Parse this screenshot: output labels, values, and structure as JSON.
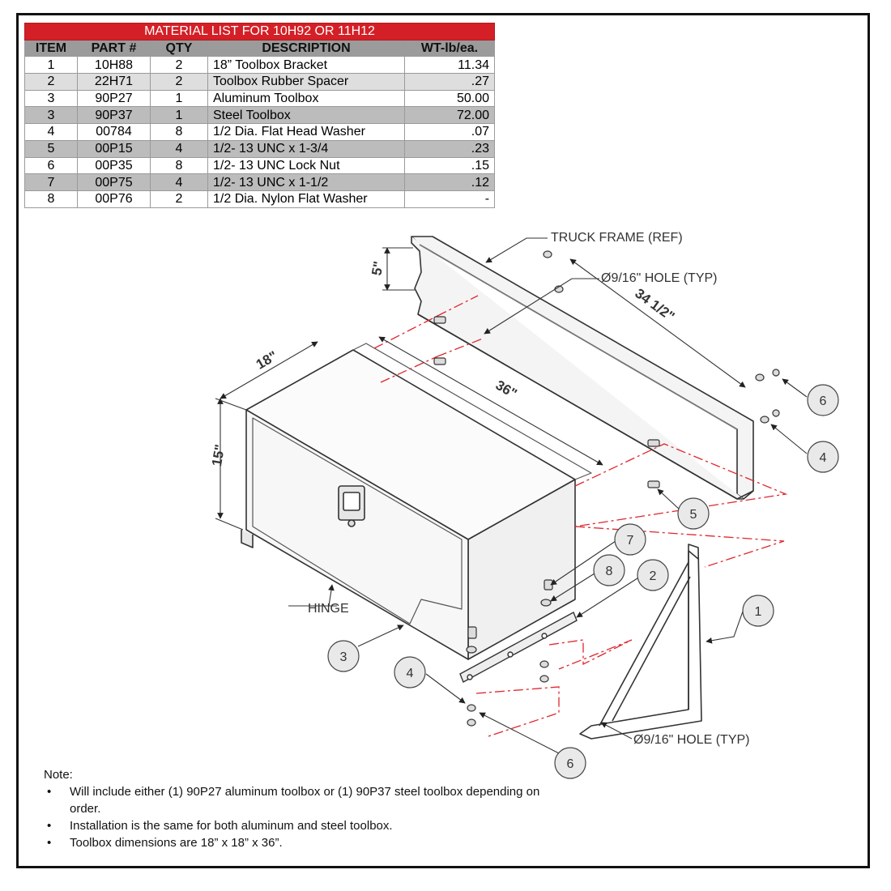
{
  "table": {
    "title": "MATERIAL LIST FOR 10H92 OR 11H12",
    "headers": [
      "ITEM",
      "PART #",
      "QTY",
      "DESCRIPTION",
      "WT-lb/ea."
    ],
    "rows": [
      {
        "item": "1",
        "part": "10H88",
        "qty": "2",
        "description": "18” Toolbox Bracket",
        "weight": "11.34"
      },
      {
        "item": "2",
        "part": "22H71",
        "qty": "2",
        "description": "Toolbox Rubber Spacer",
        "weight": ".27"
      },
      {
        "item": "3",
        "part": "90P27",
        "qty": "1",
        "description": "Aluminum Toolbox",
        "weight": "50.00"
      },
      {
        "item": "3",
        "part": "90P37",
        "qty": "1",
        "description": "Steel Toolbox",
        "weight": "72.00"
      },
      {
        "item": "4",
        "part": "00784",
        "qty": "8",
        "description": "1/2 Dia. Flat Head Washer",
        "weight": ".07"
      },
      {
        "item": "5",
        "part": "00P15",
        "qty": "4",
        "description": "1/2- 13 UNC x 1-3/4",
        "weight": ".23"
      },
      {
        "item": "6",
        "part": "00P35",
        "qty": "8",
        "description": "1/2- 13 UNC Lock Nut",
        "weight": ".15"
      },
      {
        "item": "7",
        "part": "00P75",
        "qty": "4",
        "description": "1/2- 13 UNC x 1-1/2",
        "weight": ".12"
      },
      {
        "item": "8",
        "part": "00P76",
        "qty": "2",
        "description": "1/2 Dia. Nylon Flat Washer",
        "weight": "-"
      }
    ]
  },
  "diagram": {
    "labels": {
      "truck_frame": "TRUCK FRAME (REF)",
      "hole_top": "Ø9/16\" HOLE (TYP)",
      "hole_bottom": "Ø9/16\" HOLE (TYP)",
      "hinge": "HINGE"
    },
    "dimensions": {
      "frame_height": "5\"",
      "frame_length": "34 1/2\"",
      "box_depth": "18\"",
      "box_length": "36\"",
      "box_height": "15\""
    },
    "callouts": {
      "c6_top": "6",
      "c4_top": "4",
      "c5": "5",
      "c7": "7",
      "c8": "8",
      "c2": "2",
      "c1": "1",
      "c3": "3",
      "c4_bottom": "4",
      "c6_bottom": "6"
    }
  },
  "notes": {
    "heading": "Note:",
    "items": [
      "Will include either (1) 90P27 aluminum toolbox or (1) 90P37 steel toolbox depending on order.",
      "Installation is the same for both aluminum and steel toolbox.",
      "Toolbox dimensions are 18” x 18” x 36”."
    ]
  },
  "colors": {
    "title_bar": "#d41f26",
    "header_bg": "#9b9b9b",
    "center_line": "#e0262c",
    "line": "#333333"
  }
}
